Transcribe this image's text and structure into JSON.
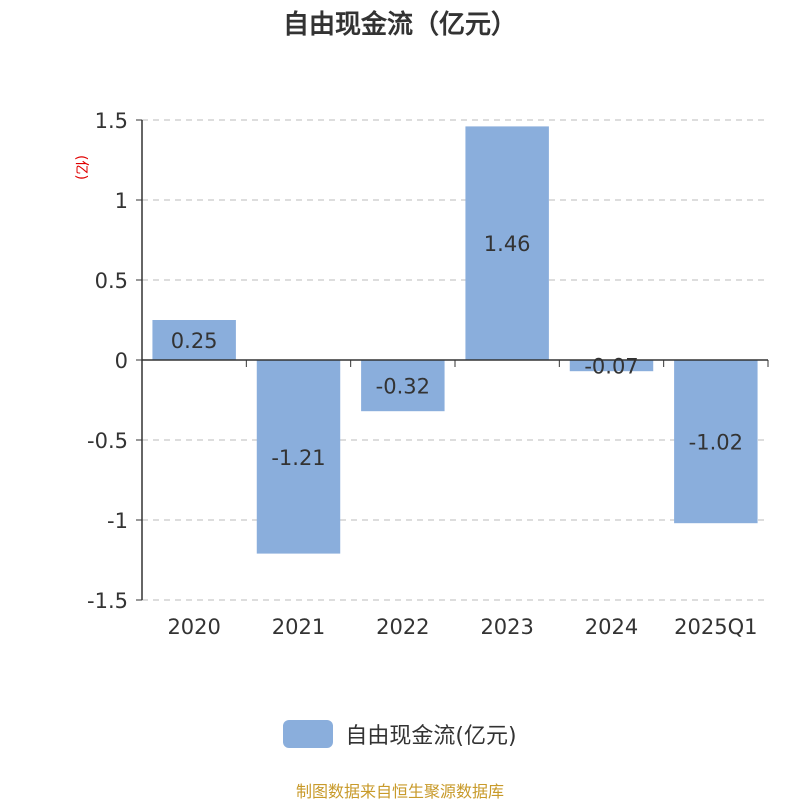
{
  "title": "自由现金流（亿元）",
  "unit_label": "(亿)",
  "source_note": "制图数据来自恒生聚源数据库",
  "colors": {
    "bar": "#8aaedc",
    "axis": "#333333",
    "grid": "#bbbbbb",
    "text": "#333333"
  },
  "chart_data": {
    "type": "bar",
    "title": "自由现金流（亿元）",
    "categories": [
      "2020",
      "2021",
      "2022",
      "2023",
      "2024",
      "2025Q1"
    ],
    "series": [
      {
        "name": "自由现金流(亿元)",
        "values": [
          0.25,
          -1.21,
          -0.32,
          1.46,
          -0.07,
          -1.02
        ]
      }
    ],
    "value_labels": [
      "0.25",
      "-1.21",
      "-0.32",
      "1.46",
      "-0.07",
      "-1.02"
    ],
    "ylim": [
      -1.5,
      1.5
    ],
    "yticks": [
      1.5,
      1,
      0.5,
      0,
      -0.5,
      -1,
      -1.5
    ],
    "ytick_labels": [
      "1.5",
      "1",
      "0.5",
      "0",
      "-0.5",
      "-1",
      "-1.5"
    ],
    "grid": true,
    "legend_position": "bottom-center"
  }
}
